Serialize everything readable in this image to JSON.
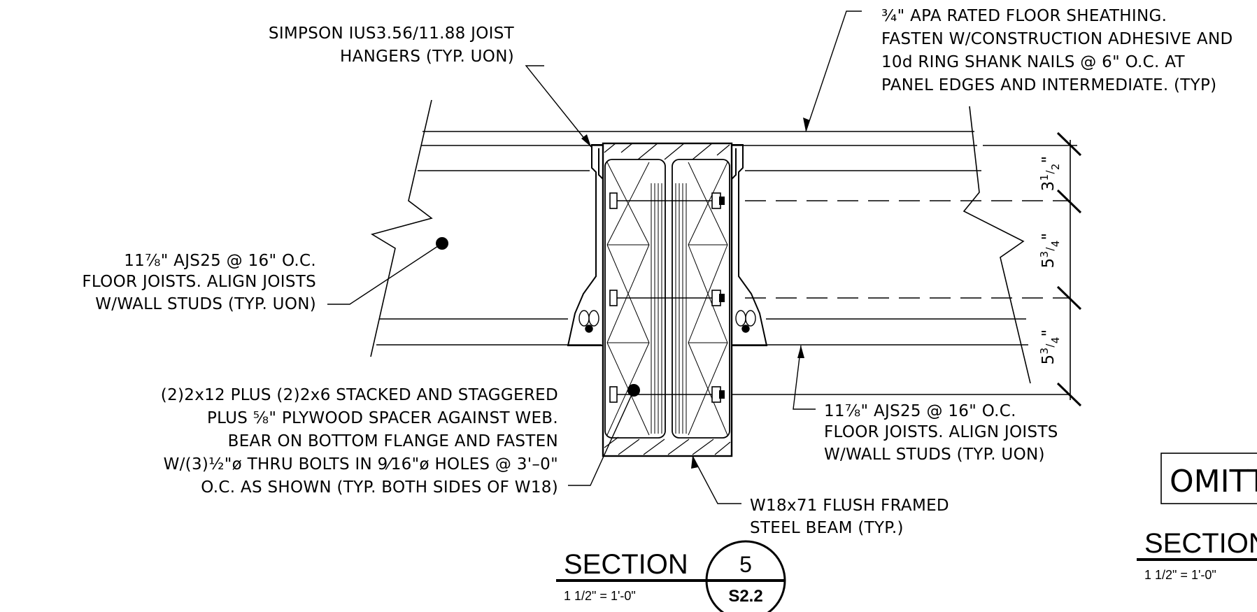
{
  "notes": {
    "joist_hangers": [
      "SIMPSON IUS3.56/11.88 JOIST",
      "HANGERS (TYP. UON)"
    ],
    "sheathing": [
      "¾\" APA RATED FLOOR SHEATHING.",
      "FASTEN W/CONSTRUCTION ADHESIVE AND",
      "10d RING SHANK NAILS @ 6\" O.C. AT",
      "PANEL EDGES AND INTERMEDIATE. (TYP)"
    ],
    "left_joists": [
      "11⅞\" AJS25 @ 16\" O.C.",
      "FLOOR JOISTS. ALIGN JOISTS",
      "W/WALL STUDS (TYP. UON)"
    ],
    "right_joists": [
      "11⅞\" AJS25 @ 16\" O.C.",
      "FLOOR JOISTS. ALIGN JOISTS",
      "W/WALL STUDS (TYP. UON)"
    ],
    "blocking": [
      "(2)2x12 PLUS (2)2x6 STACKED AND STAGGERED",
      "PLUS ⅝\" PLYWOOD SPACER AGAINST WEB.",
      "BEAR ON BOTTOM FLANGE AND FASTEN",
      "W/(3)½\"ø THRU BOLTS IN 9⁄16\"ø HOLES @ 3'–0\"",
      "O.C. AS SHOWN (TYP. BOTH SIDES OF W18)"
    ],
    "steel_beam": [
      "W18x71 FLUSH FRAMED",
      "STEEL BEAM (TYP.)"
    ]
  },
  "dimensions": [
    {
      "whole": "3",
      "num": "1",
      "den": "2",
      "unit": "\""
    },
    {
      "whole": "5",
      "num": "3",
      "den": "4",
      "unit": "\""
    },
    {
      "whole": "5",
      "num": "3",
      "den": "4",
      "unit": "\""
    }
  ],
  "section_main": {
    "label": "SECTION",
    "scale": "1 1/2\" = 1'-0\"",
    "number": "5",
    "sheet": "S2.2"
  },
  "section_right": {
    "label": "SECTION",
    "scale": "1 1/2\" = 1'-0\"",
    "omitted_box": "OMITT"
  }
}
